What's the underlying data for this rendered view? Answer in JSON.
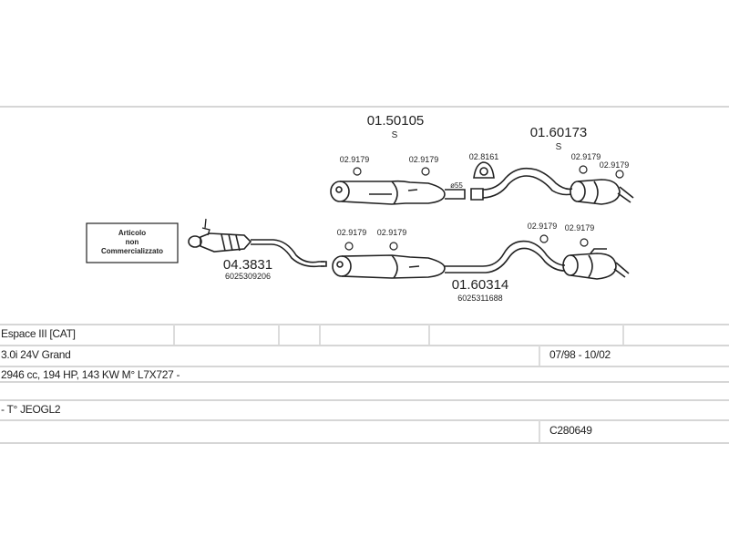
{
  "diagram": {
    "not_sold_box": [
      "Articolo",
      "non",
      "Commercializzato"
    ],
    "parts": {
      "cat": {
        "code": "04.3831",
        "ref": "6025309206"
      },
      "front_upper": {
        "code": "01.50105",
        "suffix": "S"
      },
      "rear_upper": {
        "code": "01.60173",
        "suffix": "S"
      },
      "lower": {
        "code": "01.60314",
        "ref": "6025311688"
      },
      "clamp": {
        "code": "02.8161"
      },
      "diameter": "ø55",
      "mount": "02.9179"
    }
  },
  "table": {
    "model": "Espace III  [CAT]",
    "engine": "3.0i 24V Grand",
    "dates": "07/98 - 10/02",
    "specs": "2946 cc, 194 HP, 143 KW M° L7X727 -",
    "type": "- T° JEOGL2",
    "code": "C280649"
  }
}
